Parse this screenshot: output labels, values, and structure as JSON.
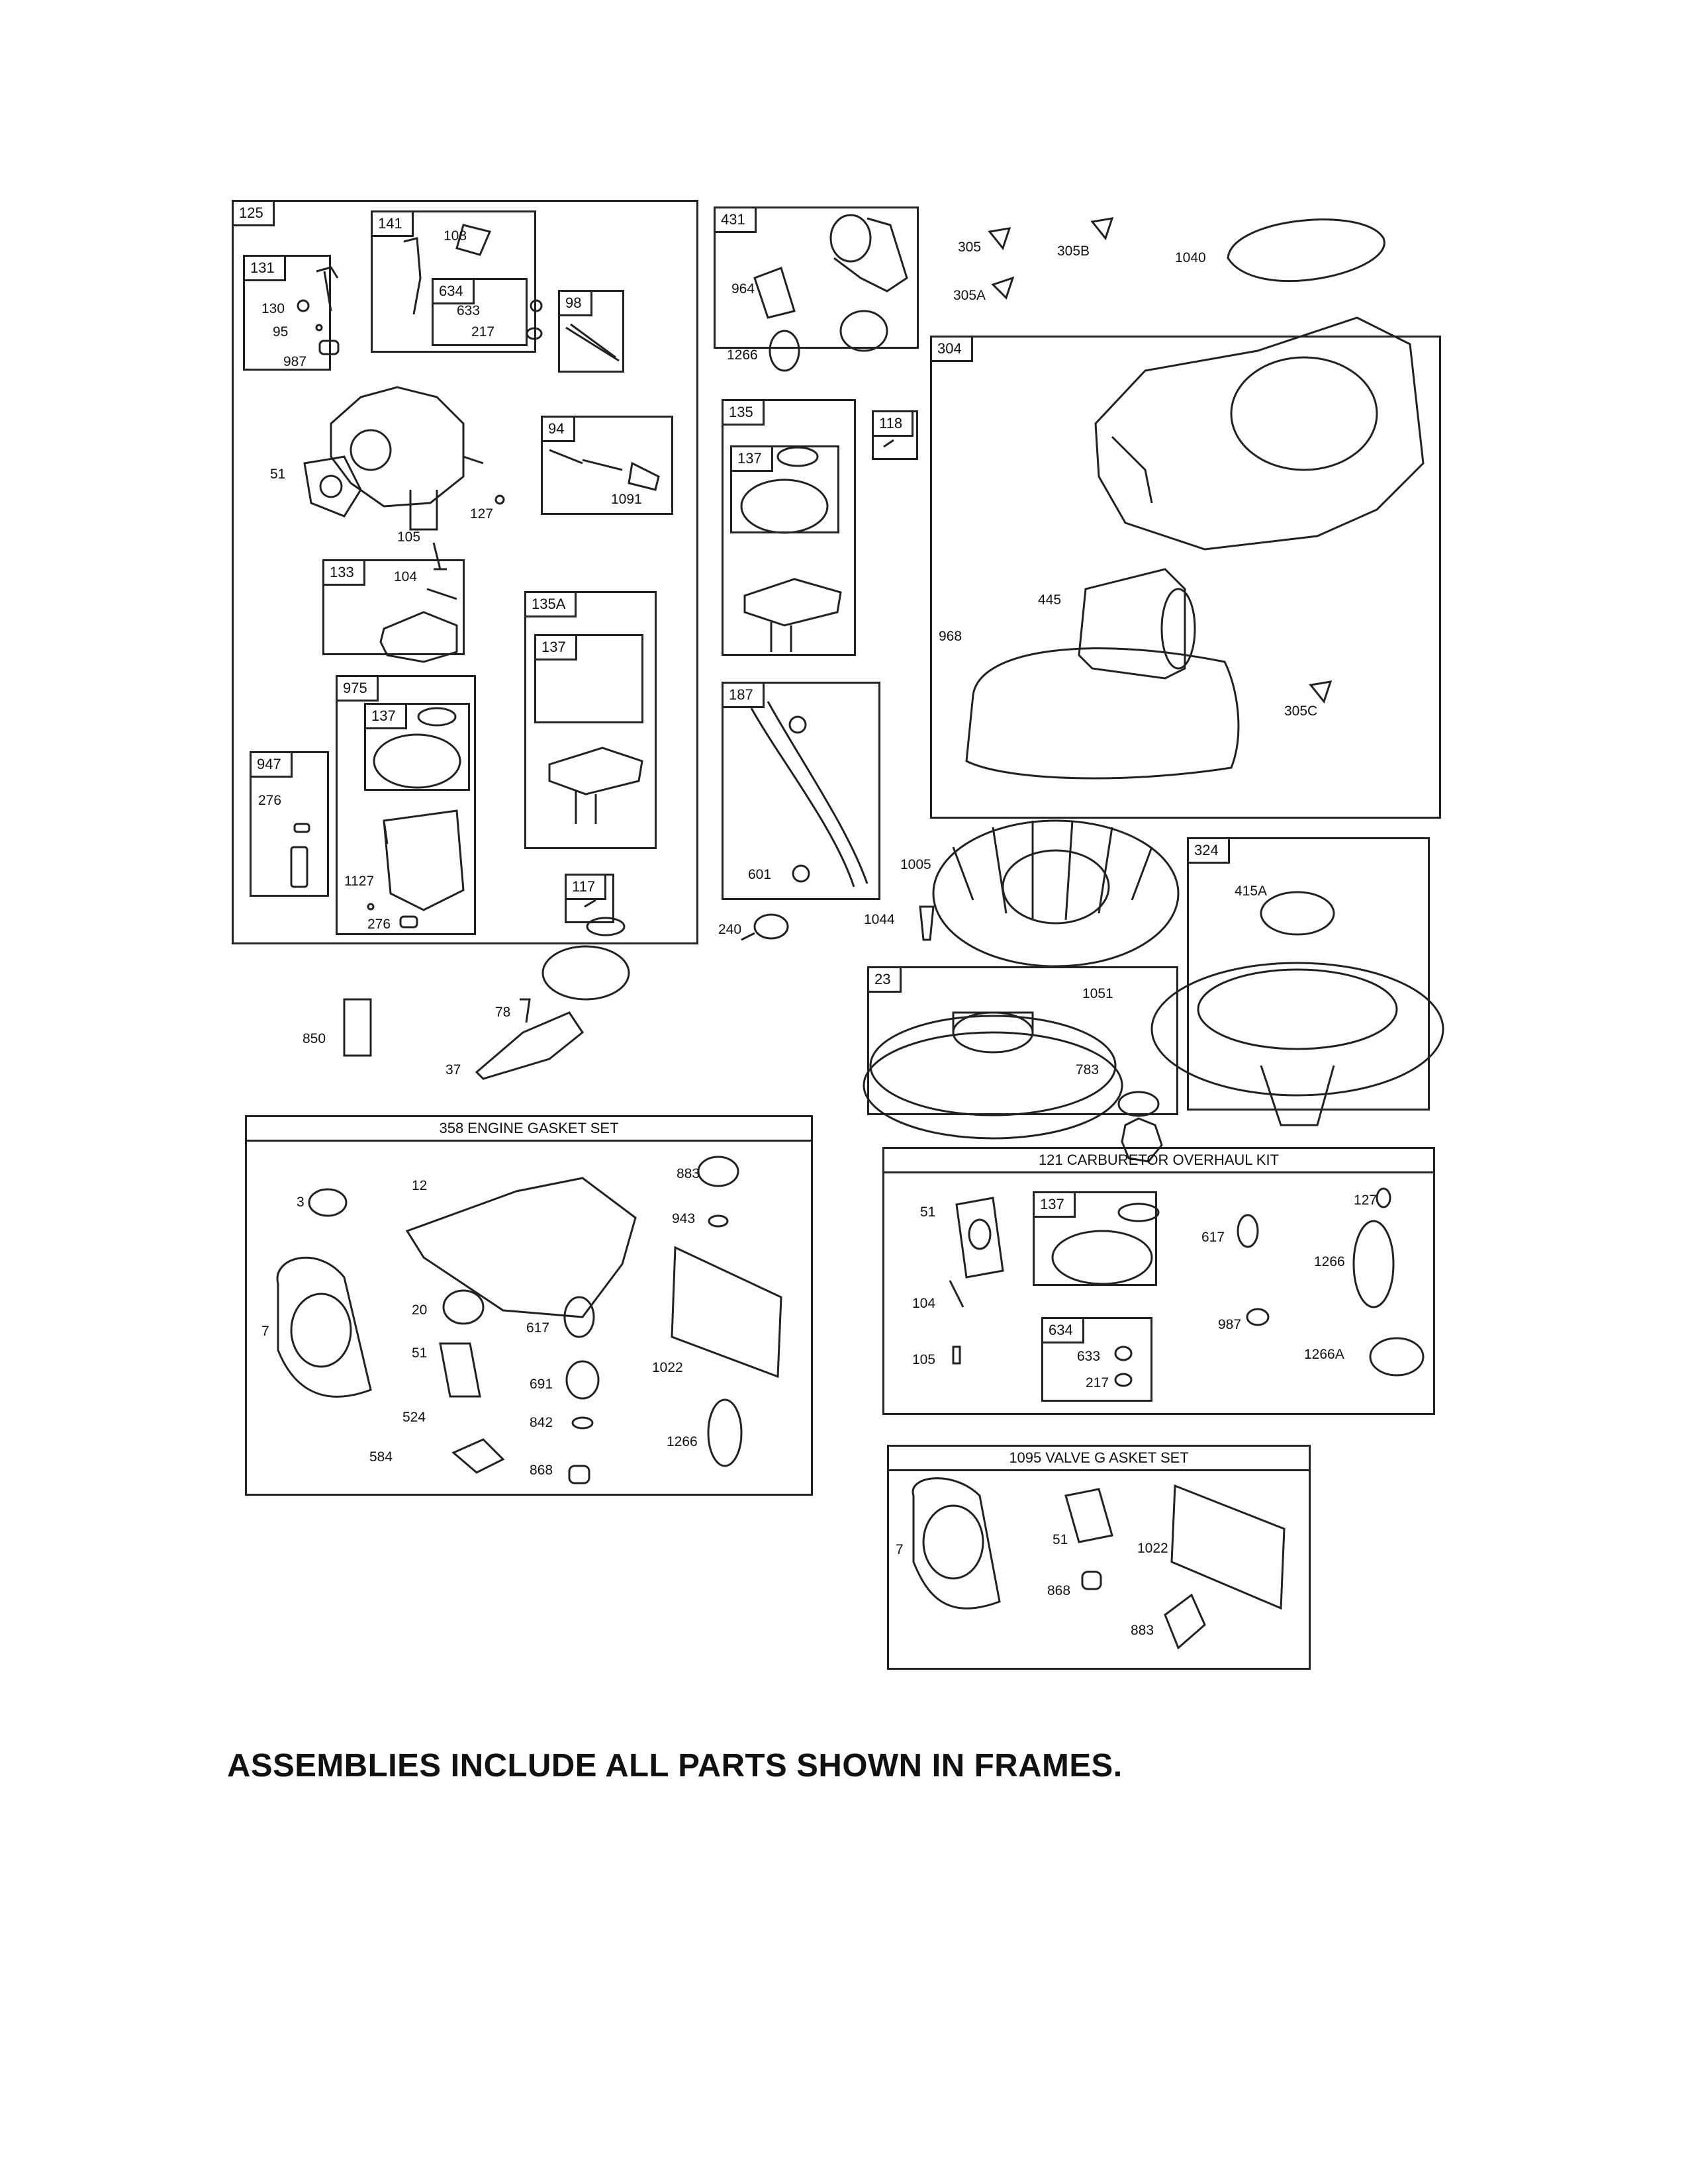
{
  "frames": {
    "f125": "125",
    "f141": "141",
    "f131": "131",
    "f634a": "634",
    "f98": "98",
    "f94": "94",
    "f133": "133",
    "f135A": "135A",
    "f137c": "137",
    "f975": "975",
    "f137d": "137",
    "f947": "947",
    "f117": "117",
    "f431": "431",
    "f135": "135",
    "f137a": "137",
    "f118": "118",
    "f187": "187",
    "f304": "304",
    "f324": "324",
    "f23": "23",
    "f137e": "137",
    "f634b": "634"
  },
  "labels": {
    "l108": "108",
    "l633a": "633",
    "l217a": "217",
    "l130": "130",
    "l95": "95",
    "l987a": "987",
    "l51a": "51",
    "l127a": "127",
    "l105a": "105",
    "l1091": "1091",
    "l104a": "104",
    "l276a": "276",
    "l1127": "1127",
    "l276b": "276",
    "l964": "964",
    "l1266a": "1266",
    "l305": "305",
    "l305B": "305B",
    "l305A": "305A",
    "l1040": "1040",
    "l445": "445",
    "l968": "968",
    "l305C": "305C",
    "l601": "601",
    "l1005": "1005",
    "l1044": "1044",
    "l240": "240",
    "l415A": "415A",
    "l1051": "1051",
    "l783": "783",
    "l850": "850",
    "l78": "78",
    "l37": "37",
    "l3": "3",
    "l12": "12",
    "l883a": "883",
    "l943": "943",
    "l7a": "7",
    "l20": "20",
    "l617a": "617",
    "l51b": "51",
    "l691": "691",
    "l1022a": "1022",
    "l524": "524",
    "l842": "842",
    "l584": "584",
    "l868a": "868",
    "l1266b": "1266",
    "l51c": "51",
    "l127b": "127",
    "l617b": "617",
    "l1266c": "1266",
    "l104b": "104",
    "l987b": "987",
    "l633b": "633",
    "l105b": "105",
    "l217b": "217",
    "l1266A": "1266A",
    "l7b": "7",
    "l51d": "51",
    "l1022b": "1022",
    "l868b": "868",
    "l883b": "883"
  },
  "kits": {
    "gasket": "358 ENGINE GASKET SET",
    "carb": "121 CARBURETOR OVERHAUL KIT",
    "valve": "1095 VALVE G   ASKET SET"
  },
  "footer": "ASSEMBLIES INCLUDE ALL PARTS SHOWN IN FRAMES."
}
